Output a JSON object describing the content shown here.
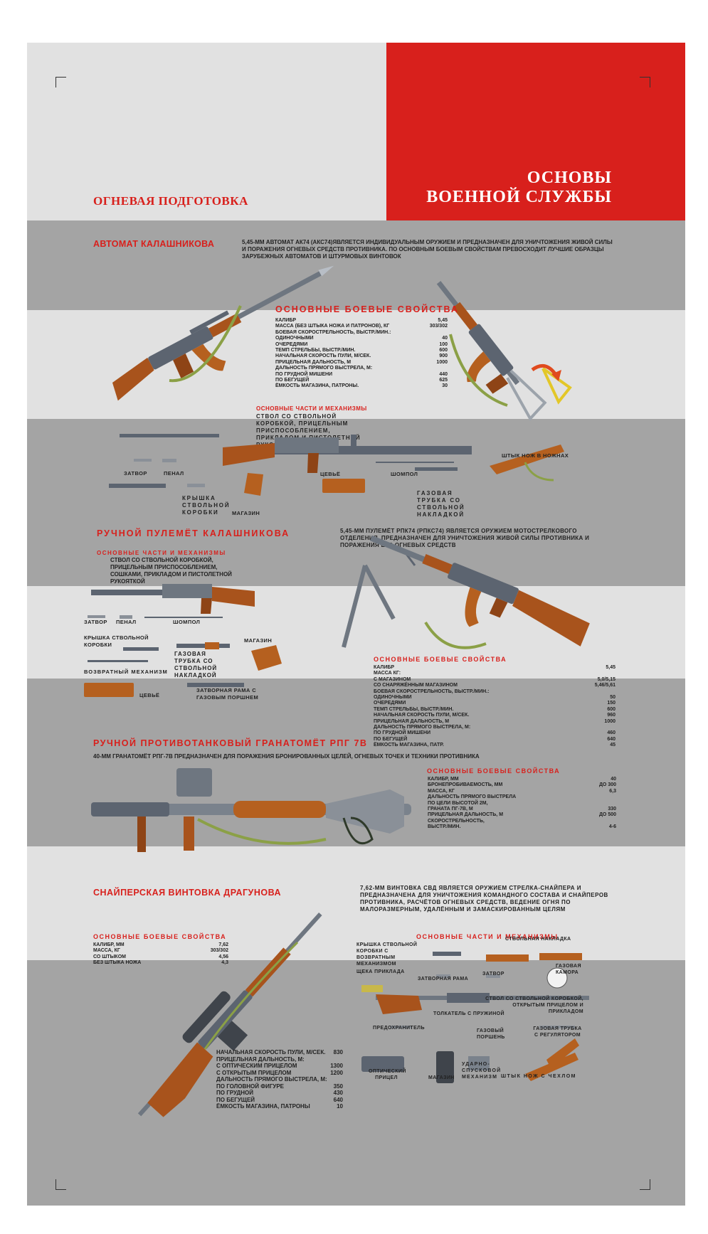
{
  "header": {
    "subject": "ОГНЕВАЯ ПОДГОТОВКА",
    "title_line1": "ОСНОВЫ",
    "title_line2": "ВОЕННОЙ СЛУЖБЫ"
  },
  "ak": {
    "title": "АВТОМАТ КАЛАШНИКОВА",
    "description": "5,45-ММ АВТОМАТ АК74 (АКС74)ЯВЛЯЕТСЯ ИНДИВИДУАЛЬНЫМ ОРУЖИЕМ И ПРЕДНАЗНАЧЕН ДЛЯ УНИЧТОЖЕНИЯ ЖИВОЙ СИЛЫ И ПОРАЖЕНИЯ ОГНЕВЫХ СРЕДСТВ ПРОТИВНИКА. ПО ОСНОВНЫМ БОЕВЫМ СВОЙСТВАМ ПРЕВОСХОДИТ ЛУЧШИЕ ОБРАЗЦЫ ЗАРУБЕЖНЫХ АВТОМАТОВ И ШТУРМОВЫХ ВИНТОВОК",
    "specs_title": "ОСНОВНЫЕ БОЕВЫЕ СВОЙСТВА",
    "specs": [
      {
        "label": "КАЛИБР",
        "value": "5,45"
      },
      {
        "label": "МАССА (БЕЗ ШТЫКА НОЖА И ПАТРОНОВ), КГ",
        "value": "303/302"
      },
      {
        "label": "БОЕВАЯ СКОРОСТРЕЛЬНОСТЬ, ВЫСТР./МИН.:",
        "value": ""
      },
      {
        "label": "ОДИНОЧНЫМИ",
        "value": "40"
      },
      {
        "label": "ОЧЕРЕДЯМИ",
        "value": "100"
      },
      {
        "label": "ТЕМП СТРЕЛЬБЫ, ВЫСТР./МИН.",
        "value": "600"
      },
      {
        "label": "НАЧАЛЬНАЯ СКОРОСТЬ ПУЛИ, М/СЕК.",
        "value": "900"
      },
      {
        "label": "ПРИЦЕЛЬНАЯ ДАЛЬНОСТЬ, М",
        "value": "1000"
      },
      {
        "label": "ДАЛЬНОСТЬ ПРЯМОГО ВЫСТРЕЛА, М:",
        "value": ""
      },
      {
        "label": "ПО ГРУДНОЙ МИШЕНИ",
        "value": "440"
      },
      {
        "label": "ПО БЕГУЩЕЙ",
        "value": "625"
      },
      {
        "label": "ЁМКОСТЬ МАГАЗИНА, ПАТРОНЫ.",
        "value": "30"
      }
    ],
    "parts_title": "ОСНОВНЫЕ ЧАСТИ И МЕХАНИЗМЫ",
    "parts_main": "СТВОЛ СО СТВОЛЬНОЙ КОРОБКОЙ, ПРИЦЕЛЬНЫМ ПРИСПОСОБЛЕНИЕМ, ПРИКЛАДОМ И ПИСТОЛЕТНОЙ РУКОЯТКОЙ",
    "labels": {
      "bayonet": "ШТЫК НОЖ В НОЖНАХ",
      "bolt": "ЗАТВОР",
      "case": "ПЕНАЛ",
      "handguard": "ЦЕВЬЁ",
      "rod": "ШОМПОЛ",
      "cover": "КРЫШКА СТВОЛЬНОЙ КОРОБКИ",
      "magazine": "МАГАЗИН",
      "gas_tube": "ГАЗОВАЯ ТРУБКА СО СТВОЛЬНОЙ НАКЛАДКОЙ"
    }
  },
  "rpk": {
    "title": "РУЧНОЙ ПУЛЕМЁТ КАЛАШНИКОВА",
    "description": "5,45-ММ ПУЛЕМЁТ РПК74 (РПКС74) ЯВЛЯЕТСЯ ОРУЖИЕМ МОТОСТРЕЛКОВОГО ОТДЕЛЕНИЯ. ПРЕДНАЗНАЧЕН ДЛЯ УНИЧТОЖЕНИЯ ЖИВОЙ СИЛЫ ПРОТИВНИКА И ПОРАЖЕНИЯ ЕГО ОГНЕВЫХ СРЕДСТВ",
    "parts_title": "ОСНОВНЫЕ ЧАСТИ И МЕХАНИЗМЫ",
    "parts_main": "СТВОЛ СО СТВОЛЬНОЙ КОРОБКОЙ, ПРИЦЕЛЬНЫМ ПРИСПОСОБЛЕНИЕМ, СОШКАМИ, ПРИКЛАДОМ И ПИСТОЛЕТНОЙ РУКОЯТКОЙ",
    "labels": {
      "bolt": "ЗАТВОР",
      "case": "ПЕНАЛ",
      "rod": "ШОМПОЛ",
      "cover": "КРЫШКА СТВОЛЬНОЙ КОРОБКИ",
      "gas_tube": "ГАЗОВАЯ ТРУБКА СО СТВОЛЬНОЙ НАКЛАДКОЙ",
      "magazine": "МАГАЗИН",
      "return": "ВОЗВРАТНЫЙ МЕХАНИЗМ",
      "handguard": "ЦЕВЬЁ",
      "carrier": "ЗАТВОРНАЯ РАМА С ГАЗОВЫМ ПОРШНЕМ"
    },
    "specs_title": "ОСНОВНЫЕ БОЕВЫЕ СВОЙСТВА",
    "specs": [
      {
        "label": "КАЛИБР",
        "value": "5,45"
      },
      {
        "label": "МАССА КГ:",
        "value": ""
      },
      {
        "label": "С МАГАЗИНОМ",
        "value": "5,0/5,15"
      },
      {
        "label": "СО СНАРЯЖЁННЫМ МАГАЗИНОМ",
        "value": "5,46/5,61"
      },
      {
        "label": "БОЕВАЯ СКОРОСТРЕЛЬНОСТЬ, ВЫСТР./МИН.:",
        "value": ""
      },
      {
        "label": "ОДИНОЧНЫМИ",
        "value": "50"
      },
      {
        "label": "ОЧЕРЕДЯМИ",
        "value": "150"
      },
      {
        "label": "ТЕМП СТРЕЛЬБЫ, ВЫСТР./МИН.",
        "value": "600"
      },
      {
        "label": "НАЧАЛЬНАЯ СКОРОСТЬ ПУЛИ, М/СЕК.",
        "value": "960"
      },
      {
        "label": "ПРИЦЕЛЬНАЯ ДАЛЬНОСТЬ, М",
        "value": "1000"
      },
      {
        "label": "ДАЛЬНОСТЬ ПРЯМОГО ВЫСТРЕЛА, М:",
        "value": ""
      },
      {
        "label": "ПО ГРУДНОЙ МИШЕНИ",
        "value": "460"
      },
      {
        "label": "ПО БЕГУЩЕЙ",
        "value": "640"
      },
      {
        "label": "ЁМКОСТЬ МАГАЗИНА, ПАТР.",
        "value": "45"
      }
    ]
  },
  "rpg": {
    "title": "РУЧНОЙ ПРОТИВОТАНКОВЫЙ ГРАНАТОМЁТ РПГ 7В",
    "description": "40-ММ ГРАНАТОМЁТ РПГ-7В ПРЕДНАЗНАЧЕН ДЛЯ ПОРАЖЕНИЯ БРОНИРОВАННЫХ ЦЕЛЕЙ, ОГНЕВЫХ ТОЧЕК И ТЕХНИКИ ПРОТИВНИКА",
    "specs_title": "ОСНОВНЫЕ БОЕВЫЕ СВОЙСТВА",
    "specs": [
      {
        "label": "КАЛИБР, ММ",
        "value": "40"
      },
      {
        "label": "БРОНЕПРОБИВАЕМОСТЬ, ММ",
        "value": "ДО 300"
      },
      {
        "label": "МАССА, КГ",
        "value": "6,3"
      },
      {
        "label": "ДАЛЬНОСТЬ ПРЯМОГО ВЫСТРЕЛА",
        "value": ""
      },
      {
        "label": "ПО ЦЕЛИ ВЫСОТОЙ 2М,",
        "value": ""
      },
      {
        "label": "ГРАНАТА ПГ-7В, М",
        "value": "330"
      },
      {
        "label": "ПРИЦЕЛЬНАЯ ДАЛЬНОСТЬ, М",
        "value": "ДО 500"
      },
      {
        "label": "СКОРОСТРЕЛЬНОСТЬ,",
        "value": ""
      },
      {
        "label": "ВЫСТР./МИН.",
        "value": "4-6"
      }
    ]
  },
  "svd": {
    "title": "СНАЙПЕРСКАЯ ВИНТОВКА ДРАГУНОВА",
    "description": "7,62-ММ ВИНТОВКА СВД ЯВЛЯЕТСЯ ОРУЖИЕМ СТРЕЛКА-СНАЙПЕРА И ПРЕДНАЗНАЧЕНА ДЛЯ УНИЧТОЖЕНИЯ КОМАНДНОГО СОСТАВА И СНАЙПЕРОВ ПРОТИВНИКА, РАСЧЁТОВ ОГНЕВЫХ СРЕДСТВ, ВЕДЕНИЕ ОГНЯ ПО МАЛОРАЗМЕРНЫМ, УДАЛЁННЫМ И ЗАМАСКИРОВАННЫМ ЦЕЛЯМ",
    "specs_title": "ОСНОВНЫЕ БОЕВЫЕ СВОЙСТВА",
    "specs_top": [
      {
        "label": "КАЛИБР, ММ",
        "value": "7,62"
      },
      {
        "label": "МАССА, КГ",
        "value": "303/302"
      },
      {
        "label": "СО ШТЫКОМ",
        "value": "4,56"
      },
      {
        "label": "БЕЗ ШТЫКА НОЖА",
        "value": "4,3"
      }
    ],
    "specs_bottom": [
      {
        "label": "НАЧАЛЬНАЯ СКОРОСТЬ ПУЛИ, М/СЕК.",
        "value": "830"
      },
      {
        "label": "ПРИЦЕЛЬНАЯ ДАЛЬНОСТЬ, М:",
        "value": ""
      },
      {
        "label": "С ОПТИЧЕСКИМ ПРИЦЕЛОМ",
        "value": "1300"
      },
      {
        "label": "С ОТКРЫТЫМ ПРИЦЕЛОМ",
        "value": "1200"
      },
      {
        "label": "ДАЛЬНОСТЬ ПРЯМОГО ВЫСТРЕЛА, М:",
        "value": ""
      },
      {
        "label": "ПО ГОЛОВНОЙ ФИГУРЕ",
        "value": "350"
      },
      {
        "label": "ПО ГРУДНОЙ",
        "value": "430"
      },
      {
        "label": "ПО БЕГУЩЕЙ",
        "value": "640"
      },
      {
        "label": "ЁМКОСТЬ МАГАЗИНА, ПАТРОНЫ",
        "value": "10"
      }
    ],
    "parts_title": "ОСНОВНЫЕ ЧАСТИ И МЕХАНИЗМЫ",
    "labels": {
      "cover": "КРЫШКА СТВОЛЬНОЙ КОРОБКИ С ВОЗВРАТНЫМ МЕХАНИЗМОМ",
      "handguard": "СТВОЛЬНАЯ НАКЛАДКА",
      "cheek": "ЩЕКА ПРИКЛАДА",
      "carrier": "ЗАТВОРНАЯ РАМА",
      "bolt": "ЗАТВОР",
      "gas_chamber": "ГАЗОВАЯ КАМОРА",
      "barrel": "СТВОЛ СО СТВОЛЬНОЙ КОРОБКОЙ, ОТКРЫТЫМ ПРИЦЕЛОМ И ПРИКЛАДОМ",
      "pusher": "ТОЛКАТЕЛЬ С ПРУЖИНОЙ",
      "safety": "ПРЕДОХРАНИТЕЛЬ",
      "piston": "ГАЗОВЫЙ ПОРШЕНЬ",
      "gas_tube": "ГАЗОВАЯ ТРУБКА С РЕГУЛЯТОРОМ",
      "scope": "ОПТИЧЕСКИЙ ПРИЦЕЛ",
      "magazine": "МАГАЗИН",
      "trigger": "УДАРНО-СПУСКОВОЙ МЕХАНИЗМ",
      "bayonet": "ШТЫК НОЖ С ЧЕХЛОМ"
    }
  },
  "colors": {
    "red": "#d8201c",
    "gray_dark": "#a4a4a4",
    "gray_light": "#e1e1e1",
    "wood": "#a8531c",
    "metal": "#5c6470"
  }
}
